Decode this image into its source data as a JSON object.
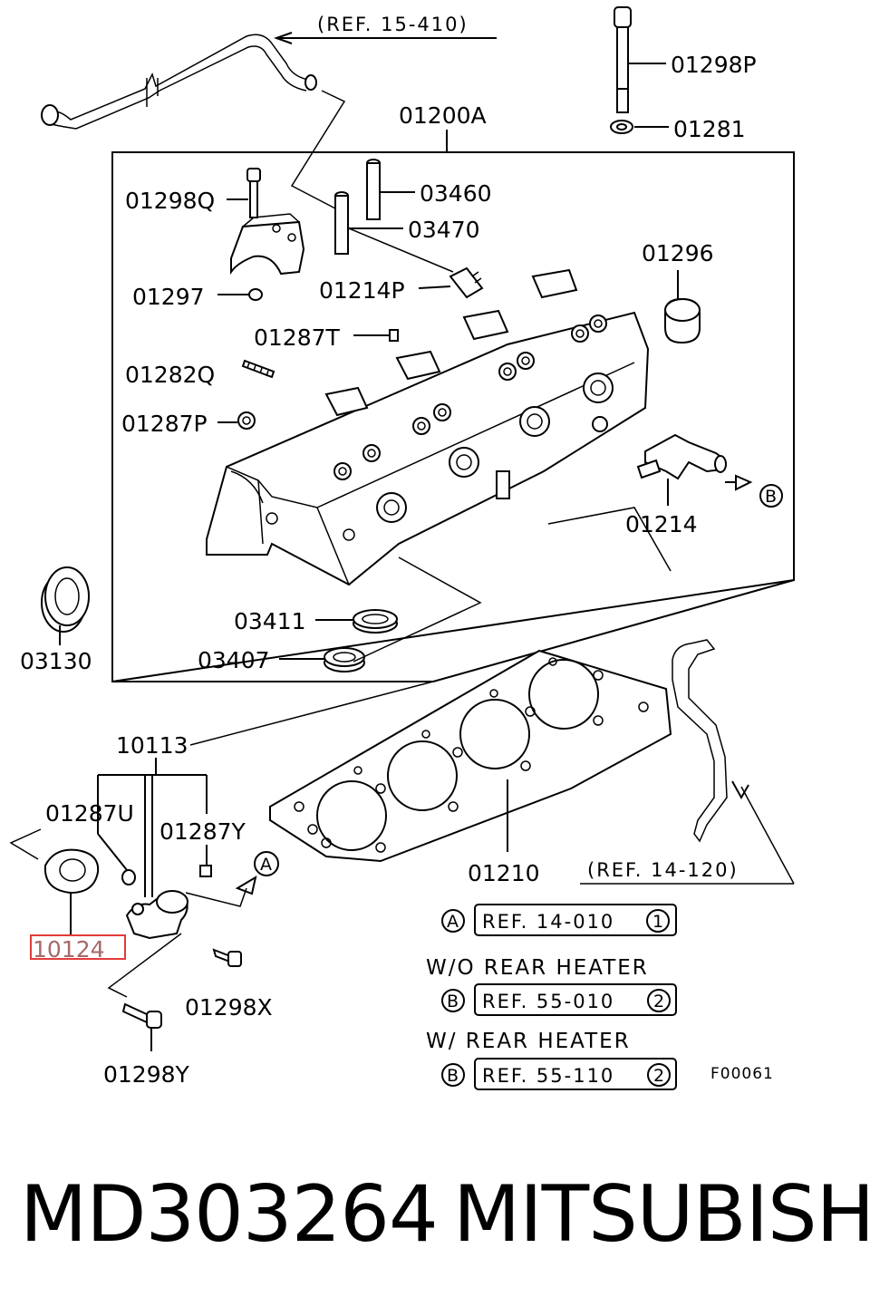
{
  "diagram": {
    "refs": {
      "ref_15_410": "(REF. 15-410)",
      "ref_14_120": "(REF. 14-120)"
    },
    "labels": {
      "p01298P": "01298P",
      "p01281": "01281",
      "p01200A": "01200A",
      "p01298Q": "01298Q",
      "p03460": "03460",
      "p03470": "03470",
      "p01296": "01296",
      "p01297": "01297",
      "p01214P": "01214P",
      "p01287T": "01287T",
      "p01282Q": "01282Q",
      "p01287P": "01287P",
      "p01214": "01214",
      "p03411": "03411",
      "p03407": "03407",
      "p03130": "03130",
      "p10113": "10113",
      "p01287U": "01287U",
      "p01287Y": "01287Y",
      "p10124": "10124",
      "p01298X": "01298X",
      "p01298Y": "01298Y",
      "p01210": "01210"
    },
    "arrow_markers": {
      "a": "A",
      "b": "B"
    },
    "reference_table": {
      "row_a_marker": "A",
      "row_a_ref": "REF. 14-010",
      "row_a_num": "1",
      "wo_rear_heater": "W/O  REAR  HEATER",
      "row_b1_marker": "B",
      "row_b1_ref": "REF. 55-010",
      "row_b1_num": "2",
      "w_rear_heater": "W/  REAR  HEATER",
      "row_b2_marker": "B",
      "row_b2_ref": "REF. 55-110",
      "row_b2_num": "2"
    },
    "figure_code": "F00061",
    "highlight_color": "#e23b3b"
  },
  "footer": {
    "part_number": "MD303264",
    "brand": "MITSUBISHI"
  }
}
